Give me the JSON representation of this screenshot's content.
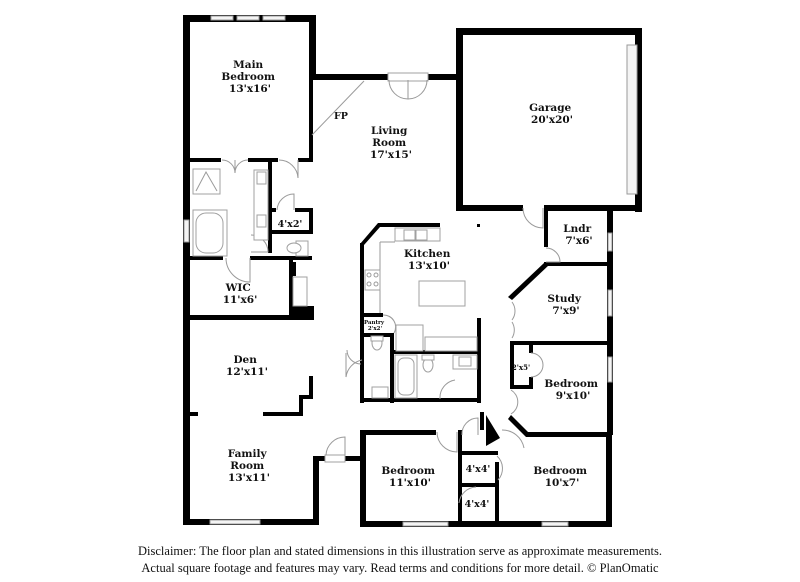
{
  "rooms": {
    "main_bedroom": {
      "name_1": "Main",
      "name_2": "Bedroom",
      "dims": "13'x16'"
    },
    "living_room": {
      "name_1": "Living",
      "name_2": "Room",
      "dims": "17'x15'"
    },
    "fireplace": {
      "label": "FP"
    },
    "garage": {
      "name": "Garage",
      "dims": "20'x20'"
    },
    "closet_4x2": {
      "dims": "4'x2'"
    },
    "wic": {
      "name": "WIC",
      "dims": "11'x6'"
    },
    "kitchen": {
      "name": "Kitchen",
      "dims": "13'x10'"
    },
    "pantry": {
      "name": "Pantry",
      "dims": "2'x2'"
    },
    "laundry": {
      "name": "Lndr",
      "dims": "7'x6'"
    },
    "study": {
      "name": "Study",
      "dims": "7'x9'"
    },
    "closet_2x5": {
      "dims": "2'x5'"
    },
    "bedroom_2": {
      "name": "Bedroom",
      "dims": "9'x10'"
    },
    "den": {
      "name": "Den",
      "dims": "12'x11'"
    },
    "family_room": {
      "name_1": "Family",
      "name_2": "Room",
      "dims": "13'x11'"
    },
    "bedroom_3": {
      "name": "Bedroom",
      "dims": "11'x10'"
    },
    "closet_4x4_a": {
      "dims": "4'x4'"
    },
    "closet_4x4_b": {
      "dims": "4'x4'"
    },
    "bedroom_4": {
      "name": "Bedroom",
      "dims": "10'x7'"
    }
  },
  "disclaimer": {
    "line_1": "Disclaimer: The floor plan and stated dimensions in this illustration serve as approximate measurements.",
    "line_2": "Actual square footage and features may vary. Read terms and conditions for more detail. © PlanOmatic"
  },
  "colors": {
    "wall": "#000000",
    "fixture_line": "#9a9a9a",
    "background": "#ffffff"
  }
}
